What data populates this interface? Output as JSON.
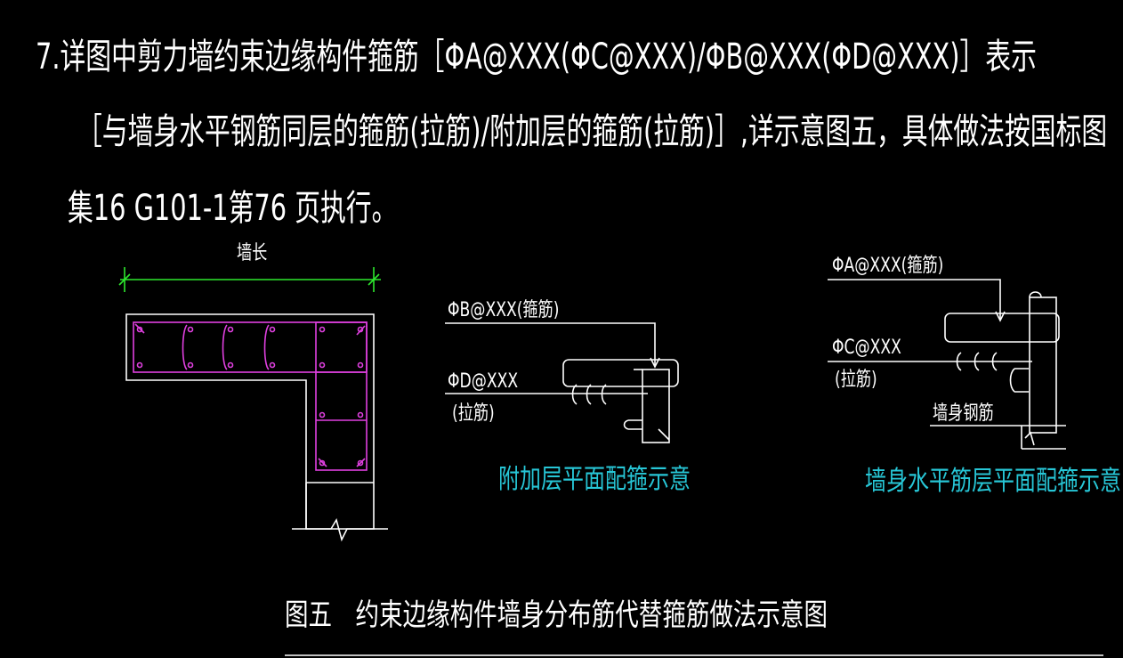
{
  "note": {
    "line1": "7.详图中剪力墙约束边缘构件箍筋［ΦA@XXX(ΦC@XXX)/ΦB@XXX(ΦD@XXX)］表示",
    "line2": "［与墙身水平钢筋同层的箍筋(拉筋)/附加层的箍筋(拉筋)］,详示意图五，具体做法按国标图",
    "line3": "集16 G101-1第76 页执行。"
  },
  "left_plan": {
    "dim_label": "墙长"
  },
  "middle_detail": {
    "label_b": "ΦB@XXX(箍筋)",
    "label_d": "ΦD@XXX",
    "label_d_sub": "(拉筋)",
    "caption": "附加层平面配箍示意"
  },
  "right_detail": {
    "label_a": "ΦA@XXX(箍筋)",
    "label_c": "ΦC@XXX",
    "label_c_sub": "(拉筋)",
    "label_wall": "墙身钢筋",
    "caption": "墙身水平筋层平面配箍示意"
  },
  "figure_title": "图五　约束边缘构件墙身分布筋代替箍筋做法示意图",
  "colors": {
    "background": "#000000",
    "line": "#ffffff",
    "rebar": "#e040e0",
    "dim": "#2ee82e",
    "caption": "#27c6d6"
  }
}
